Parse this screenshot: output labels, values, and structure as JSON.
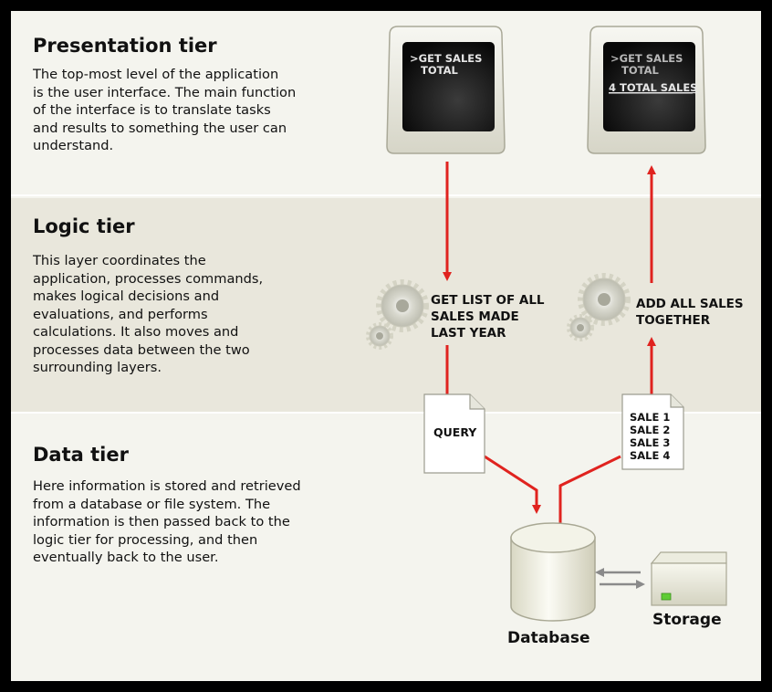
{
  "tiers": {
    "presentation": {
      "title": "Presentation tier",
      "lines": [
        "The top-most level of the application",
        "is the user interface. The main function",
        "of the interface is to translate tasks",
        "and results to something the user can",
        "understand."
      ]
    },
    "logic": {
      "title": "Logic tier",
      "lines": [
        "This layer coordinates the",
        "application, processes commands,",
        "makes logical decisions and",
        "evaluations, and performs",
        "calculations.  It also moves and",
        "processes data between the two",
        "surrounding layers."
      ]
    },
    "data": {
      "title": "Data tier",
      "lines": [
        "Here information is stored and retrieved",
        "from a database or file system.  The",
        "information is then passed back to the",
        "logic tier for processing, and then",
        "eventually back to the user."
      ]
    }
  },
  "screens": {
    "left": {
      "line1": ">GET SALES",
      "line2": "TOTAL"
    },
    "right": {
      "line1": ">GET SALES",
      "line2": "TOTAL",
      "result": "4 TOTAL SALES"
    }
  },
  "gears": {
    "left_label": [
      "GET LIST OF ALL",
      "SALES MADE",
      "LAST YEAR"
    ],
    "right_label": [
      "ADD ALL SALES",
      "TOGETHER"
    ]
  },
  "docs": {
    "query": "QUERY",
    "sales": [
      "SALE 1",
      "SALE 2",
      "SALE 3",
      "SALE 4"
    ]
  },
  "storage": {
    "database_label": "Database",
    "storage_label": "Storage"
  },
  "colors": {
    "arrow": "#e0231f",
    "logic_band": "#e9e7dc",
    "background": "#f4f4ee",
    "border": "#000000"
  }
}
